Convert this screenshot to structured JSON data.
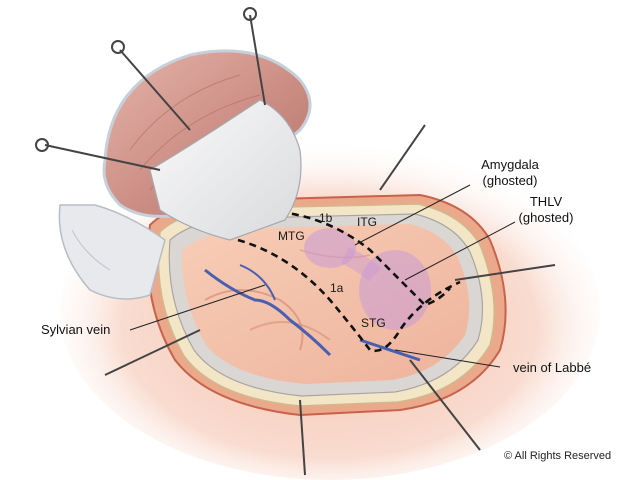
{
  "labels": {
    "amygdala_line1": "Amygdala",
    "amygdala_line2": "(ghosted)",
    "thlv_line1": "THLV",
    "thlv_line2": "(ghosted)",
    "sylvian_vein": "Sylvian vein",
    "vein_of_labbe": "vein of Labbé"
  },
  "regions": {
    "mtg": "MTG",
    "itg": "ITG",
    "stg": "STG",
    "r1a": "1a",
    "r1b": "1b"
  },
  "copyright": "© All Rights Reserved",
  "colors": {
    "halo": "#f7d5c8",
    "skin": "#e8b08e",
    "bone": "#f1e6c8",
    "dura": "#c9c4c0",
    "cortex": "#f2bfa8",
    "ghost": "#c89ad6",
    "vein": "#4a5fb0",
    "muscle": "#cf8e86",
    "retractor_flap": "#ececee"
  }
}
